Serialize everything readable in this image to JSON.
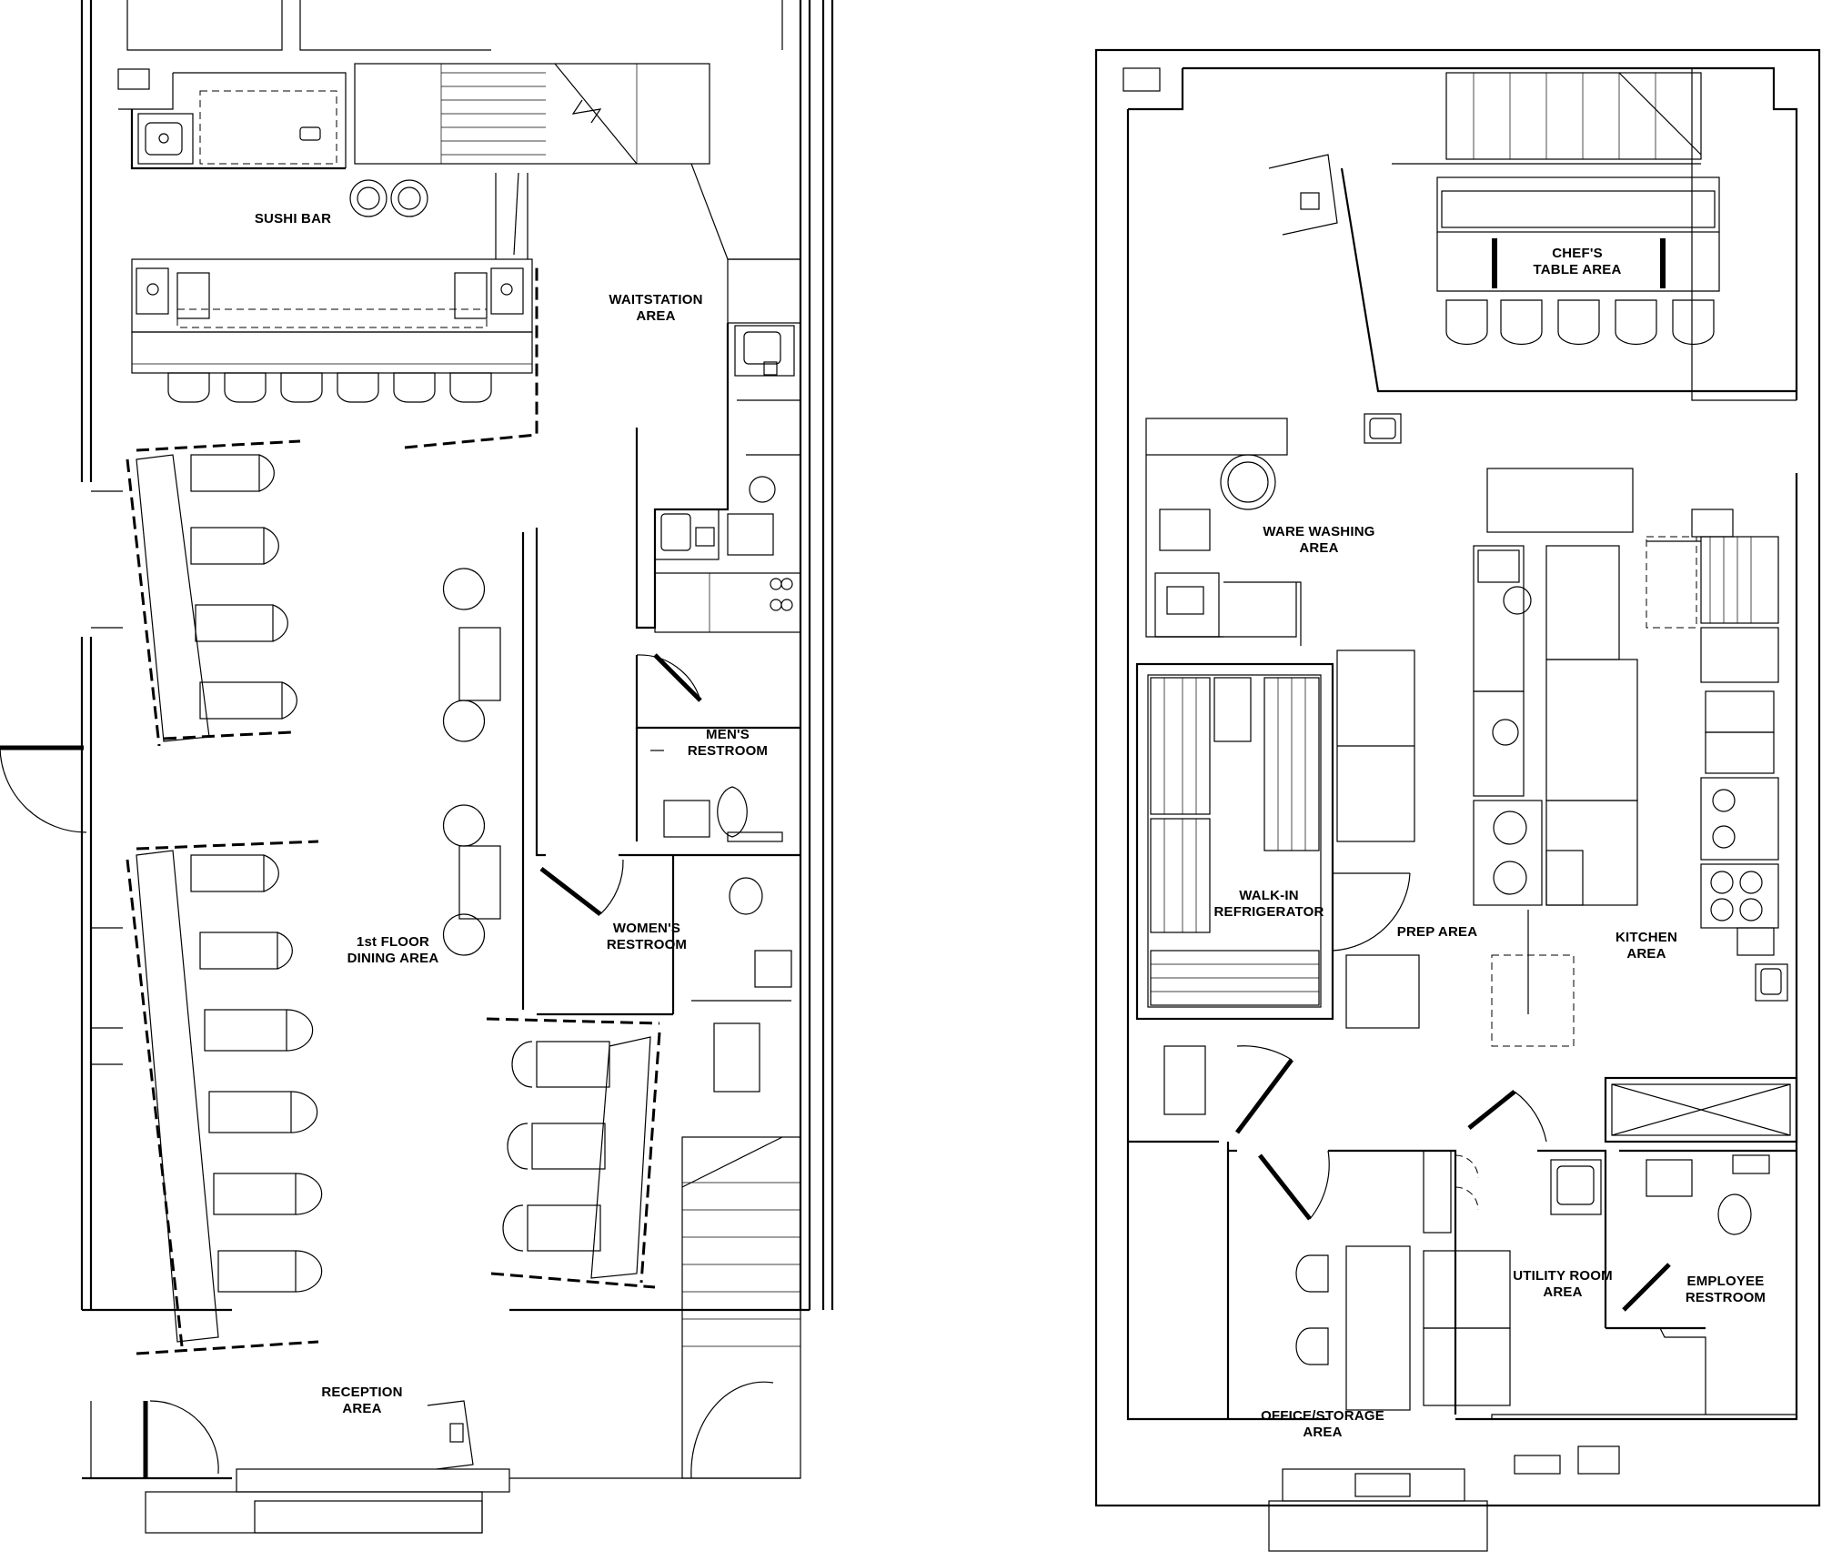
{
  "first_floor": {
    "rooms": {
      "sushi_bar": {
        "lines": [
          "SUSHI BAR"
        ]
      },
      "waitstation": {
        "lines": [
          "WAITSTATION",
          "AREA"
        ]
      },
      "mens_restroom": {
        "lines": [
          "MEN'S",
          "RESTROOM"
        ]
      },
      "dining": {
        "lines": [
          "1st FLOOR",
          "DINING AREA"
        ]
      },
      "womens_restroom": {
        "lines": [
          "WOMEN'S",
          "RESTROOM"
        ]
      },
      "reception": {
        "lines": [
          "RECEPTION",
          "AREA"
        ]
      }
    }
  },
  "second_floor": {
    "rooms": {
      "chefs_table": {
        "lines": [
          "CHEF'S",
          "TABLE AREA"
        ]
      },
      "ware_washing": {
        "lines": [
          "WARE WASHING",
          "AREA"
        ]
      },
      "walk_in": {
        "lines": [
          "WALK-IN",
          "REFRIGERATOR"
        ]
      },
      "prep": {
        "lines": [
          "PREP AREA"
        ]
      },
      "kitchen": {
        "lines": [
          "KITCHEN",
          "AREA"
        ]
      },
      "utility": {
        "lines": [
          "UTILITY ROOM",
          "AREA"
        ]
      },
      "employee_restroom": {
        "lines": [
          "EMPLOYEE",
          "RESTROOM"
        ]
      },
      "office": {
        "lines": [
          "OFFICE/STORAGE",
          "AREA"
        ]
      }
    }
  }
}
